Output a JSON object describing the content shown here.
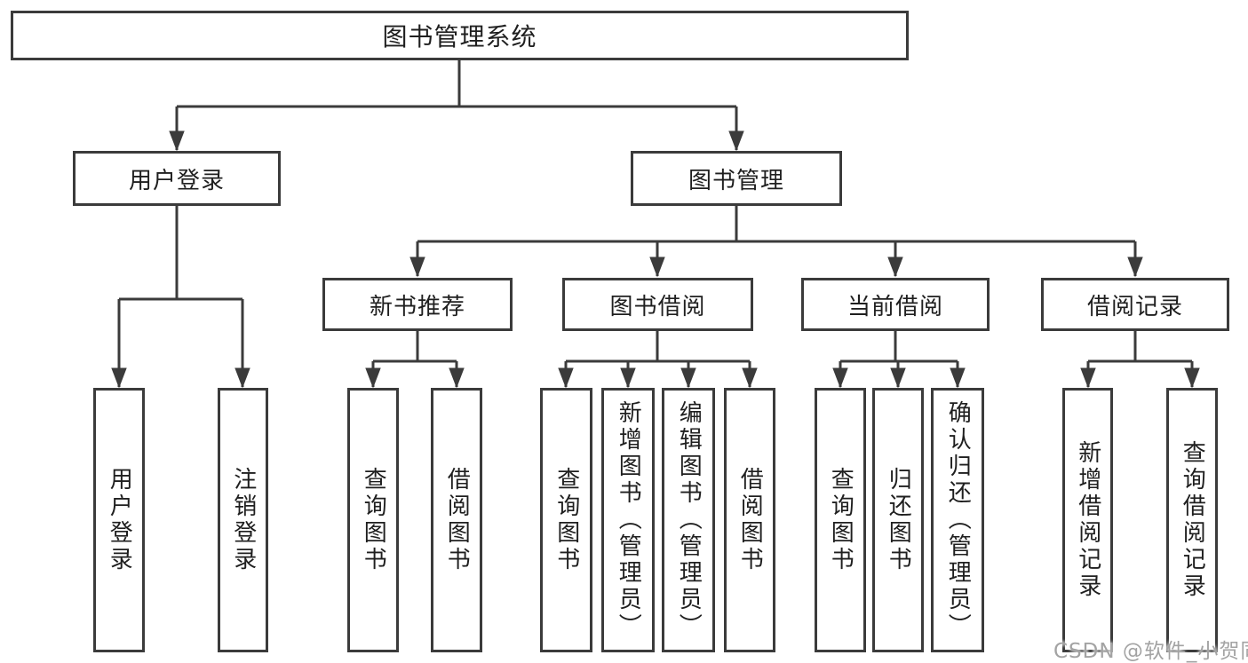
{
  "colors": {
    "line": "#3b3b3b",
    "box_border": "#3b3b3b",
    "text": "#1f1f1f",
    "watermark": "#a3a3a3",
    "background": "#ffffff"
  },
  "watermark": "CSDN @软件_小贺同学",
  "tree": {
    "root": {
      "label": "图书管理系统"
    },
    "branches": [
      {
        "label": "用户登录",
        "children": [
          "用户登录",
          "注销登录"
        ]
      },
      {
        "label": "图书管理",
        "groups": [
          {
            "label": "新书推荐",
            "children": [
              "查询图书",
              "借阅图书"
            ]
          },
          {
            "label": "图书借阅",
            "children": [
              "查询图书",
              "新增图书（管理员）",
              "编辑图书（管理员）",
              "借阅图书"
            ]
          },
          {
            "label": "当前借阅",
            "children": [
              "查询图书",
              "归还图书",
              "确认归还（管理员）"
            ]
          },
          {
            "label": "借阅记录",
            "children": [
              "新增借阅记录",
              "查询借阅记录"
            ]
          }
        ]
      }
    ]
  }
}
